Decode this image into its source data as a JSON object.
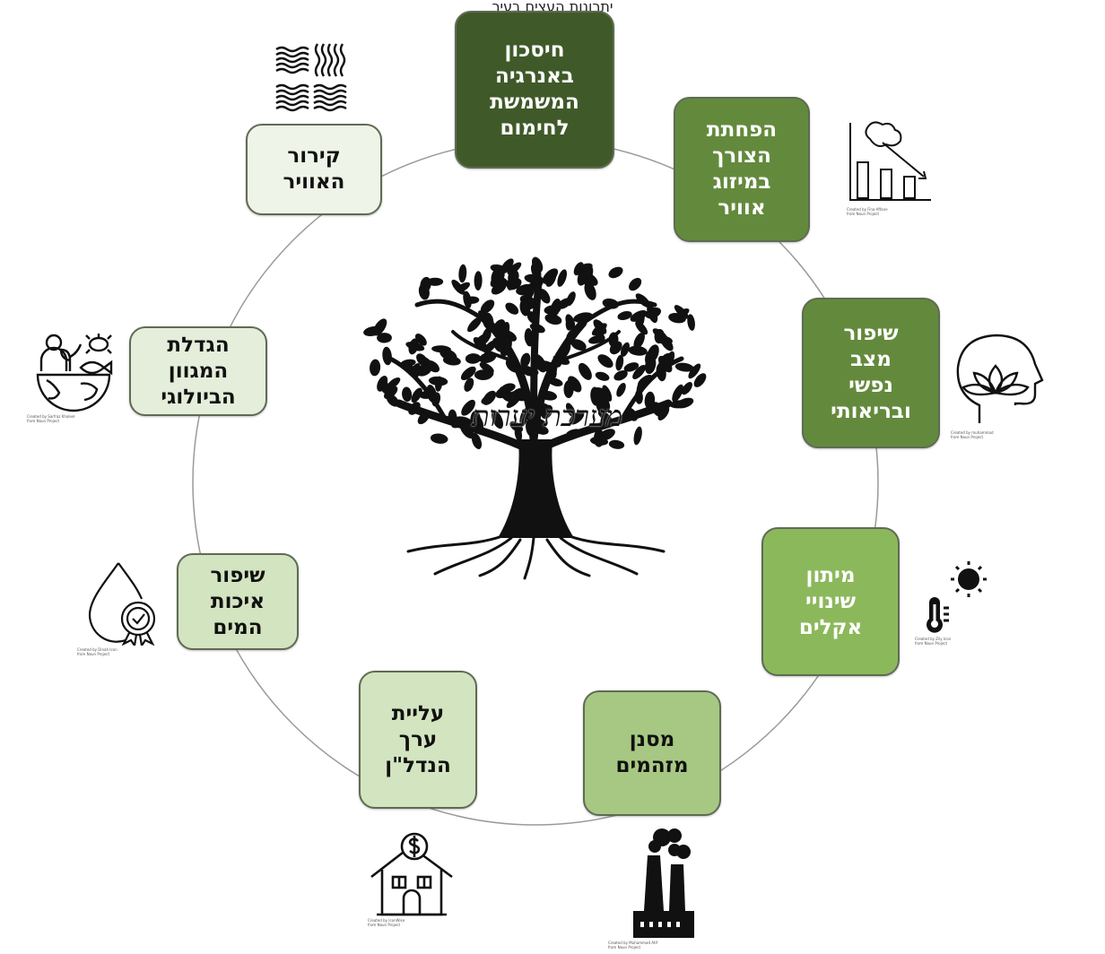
{
  "caption": "יתרונות העצים בעיר",
  "center_label": "מערכת יערות",
  "colors": {
    "dark": "#3f5a28",
    "mid": "#638a3c",
    "light": "#8cb85c",
    "pale": "#c8dcaa",
    "paler": "#e4eedb",
    "ring": "#888888"
  },
  "nodes": [
    {
      "id": "energy",
      "text": "חיסכון\nבאנרגיה\nהמשמשת\nלחימום"
    },
    {
      "id": "ac",
      "text": "הפחתת\nהצורך\nבמיזוג\nאוויר"
    },
    {
      "id": "mental",
      "text": "שיפור\nמצב\nנפשי\nובריאותי"
    },
    {
      "id": "climate",
      "text": "מיתון\nשינויי\nאקלים"
    },
    {
      "id": "pollution",
      "text": "מסנן\nמזהמים"
    },
    {
      "id": "realestate",
      "text": "עליית\nערך\nהנדל\"ן"
    },
    {
      "id": "water",
      "text": "שיפור\nאיכות\nהמים"
    },
    {
      "id": "biodiversity",
      "text": "הגדלת\nהמגוון\nהביולוגי"
    },
    {
      "id": "cooling",
      "text": "קירור\nהאוויר"
    }
  ],
  "credits": {
    "ac": "Created by Fina Affane\nfrom Noun Project",
    "mental": "Created by muhammad\nfrom Noun Project",
    "climate": "Created by Zily Icon\nfrom Noun Project",
    "pollution": "Created by Muhammad Atif\nfrom Noun Project",
    "realestate": "Created by IconWise\nfrom Noun Project",
    "water": "Created by Dinah Icon\nfrom Noun Project",
    "biodiversity": "Created by Sarfraz Khaleel\nfrom Noun Project"
  },
  "icons": [
    "wind-waves-icon",
    "falling-emissions-chart-icon",
    "lotus-head-icon",
    "sun-thermometer-icon",
    "factory-smoke-icon",
    "house-dollar-icon",
    "water-drop-badge-icon",
    "biodiversity-globe-icon",
    "tree-illustration"
  ]
}
